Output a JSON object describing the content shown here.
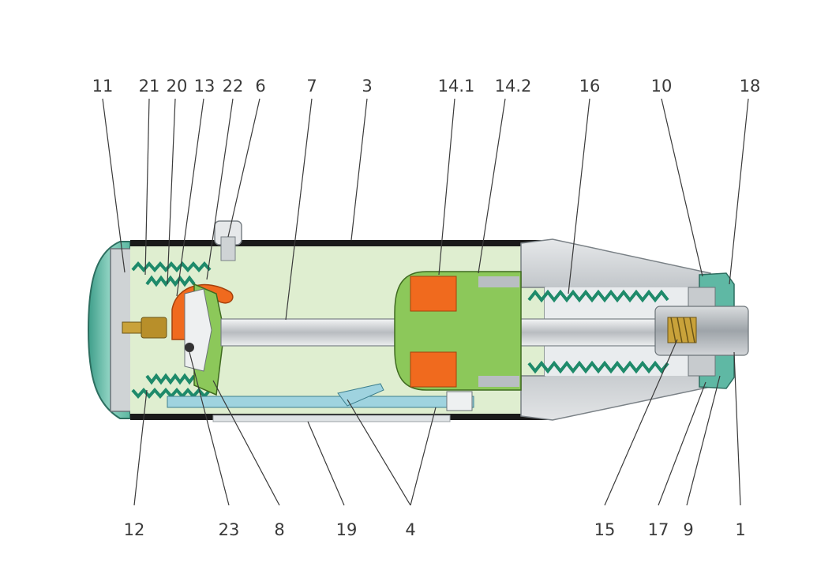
{
  "diagram": {
    "top_labels": [
      "11",
      "21",
      "20",
      "13",
      "22",
      "6",
      "7",
      "3",
      "14.1",
      "14.2",
      "16",
      "10",
      "18"
    ],
    "bottom_labels": [
      "12",
      "23",
      "8",
      "19",
      "4",
      "15",
      "17",
      "9",
      "1"
    ],
    "colors": {
      "housing_fill": "#dfeed0",
      "housing_edge": "#1a1a1a",
      "spring": "#1e8a6a",
      "end_cap": "#5fb8a4",
      "rod": "#d4d6d8",
      "solenoid": "#f06a1e",
      "armature": "#8cc85a",
      "nose_cone": "#b9bec2",
      "slide": "#9fd3df"
    }
  }
}
